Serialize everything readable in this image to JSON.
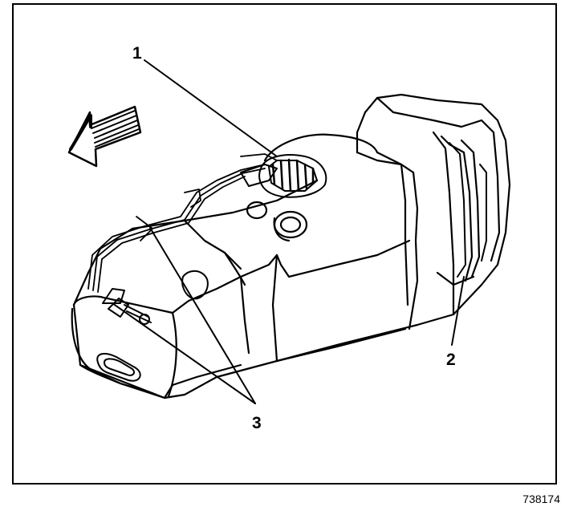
{
  "callouts": {
    "one": "1",
    "two": "2",
    "three": "3"
  },
  "figure_id": "738174",
  "colors": {
    "line": "#000000",
    "background": "#ffffff"
  }
}
